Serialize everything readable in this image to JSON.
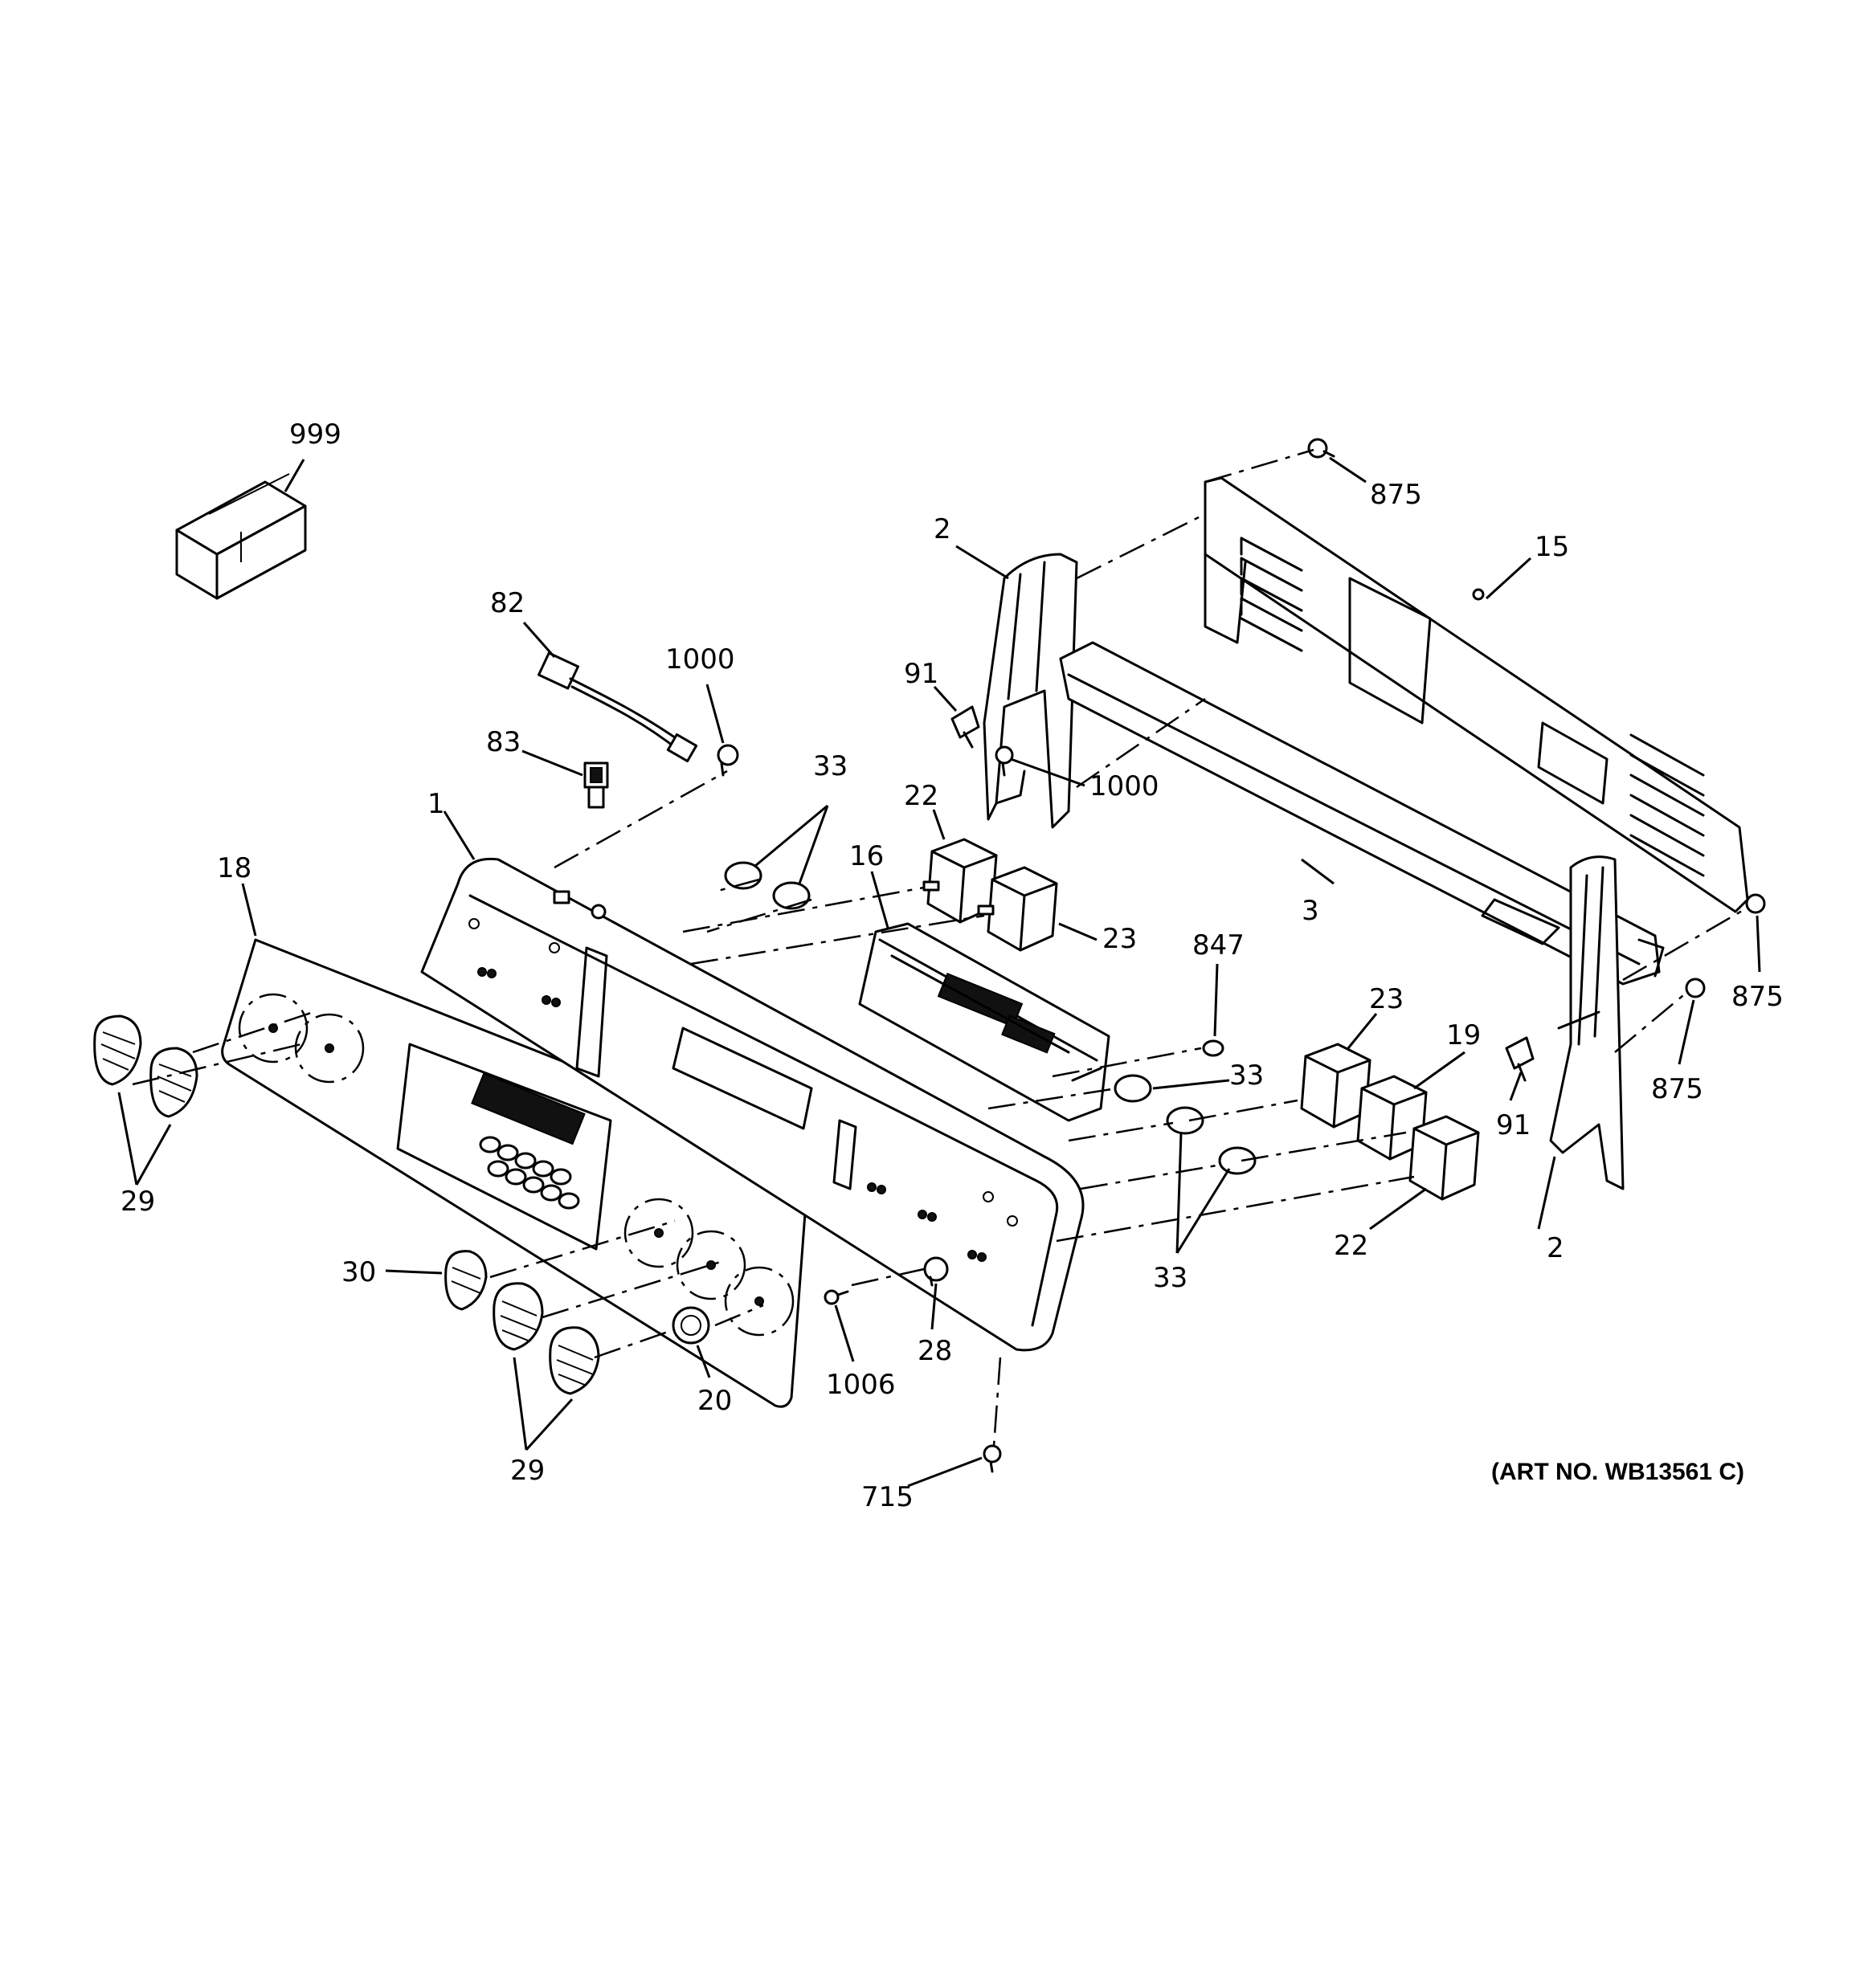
{
  "diagram": {
    "art_number": "(ART NO. WB13561 C)",
    "labels": {
      "l999": "999",
      "l82": "82",
      "l1000a": "1000",
      "l83": "83",
      "l1": "1",
      "l18": "18",
      "l33a": "33",
      "l22a": "22",
      "l16": "16",
      "l2a": "2",
      "l91a": "91",
      "l1000b": "1000",
      "l875a": "875",
      "l15": "15",
      "l3": "3",
      "l23a": "23",
      "l847": "847",
      "l23b": "23",
      "l19": "19",
      "l33b": "33",
      "l29a": "29",
      "l30": "30",
      "l29b": "29",
      "l20": "20",
      "l1006": "1006",
      "l28": "28",
      "l715": "715",
      "l33c": "33",
      "l22b": "22",
      "l91b": "91",
      "l2b": "2",
      "l875b": "875",
      "l875c": "875"
    }
  }
}
